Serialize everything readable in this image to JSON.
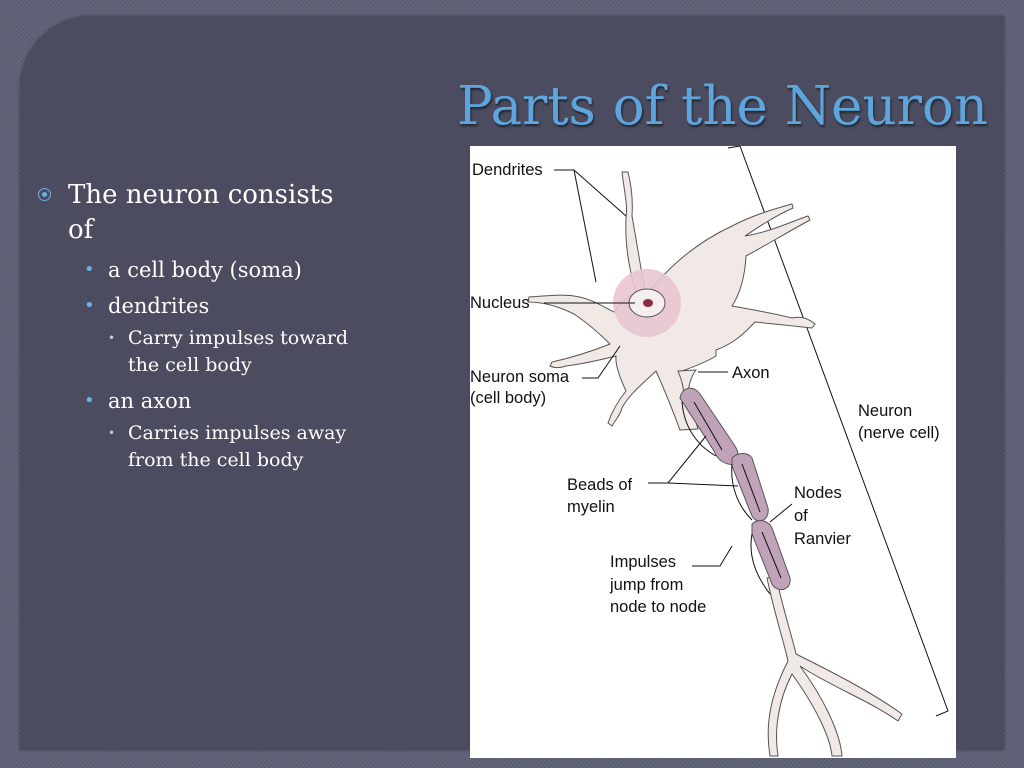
{
  "title": "Parts of the Neuron",
  "bullets": {
    "intro_line1": "The neuron consists",
    "intro_line2": "of",
    "soma": "a cell body (soma)",
    "dendrites": "dendrites",
    "dendrites_detail_line1": "Carry impulses toward",
    "dendrites_detail_line2": "the cell body",
    "axon": "an axon",
    "axon_detail_line1": "Carries impulses away",
    "axon_detail_line2": "from the cell body"
  },
  "diagram": {
    "labels": {
      "dendrites": "Dendrites",
      "nucleus": "Nucleus",
      "soma_line1": "Neuron soma",
      "soma_line2": "(cell body)",
      "axon": "Axon",
      "neuron_line1": "Neuron",
      "neuron_line2": "(nerve cell)",
      "beads_line1": "Beads of",
      "beads_line2": "myelin",
      "nodes_line1": "Nodes",
      "nodes_line2": "of",
      "nodes_line3": "Ranvier",
      "impulses_line1": "Impulses",
      "impulses_line2": "jump from",
      "impulses_line3": "node to node"
    }
  },
  "colors": {
    "background": "#4b4c5f",
    "title": "#5ea5de",
    "bullet_marker": "#6fb0e4",
    "cell_fill": "#f1e9e6",
    "myelin": "#c0a3b8",
    "nucleus": "#8e2a44"
  }
}
